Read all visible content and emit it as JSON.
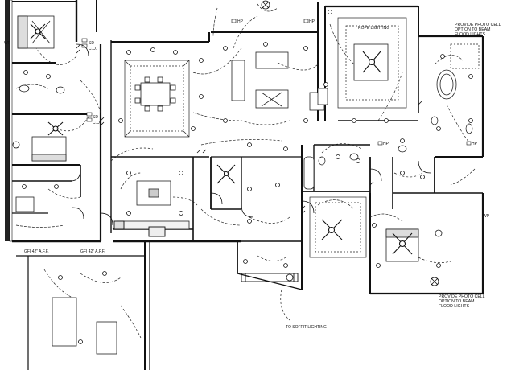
{
  "notes": {
    "photocell_top": [
      "PROVIDE PHOTO CELL",
      "OPTION TO BEAM",
      "FLOOD LIGHTS"
    ],
    "photocell_bottom": [
      "PROVIDE PHOTO CELL",
      "OPTION TO BEAM",
      "FLOOD LIGHTS"
    ],
    "soffit": "TO SOFFIT LIGHTING",
    "rope_lighting": "ROPE LIGHTING",
    "outlet_height_1": "GFI 42\" A.F.F.",
    "outlet_height_2": "GFI 42\" A.F.F."
  },
  "symbols": {
    "smoke": "SD",
    "co": "C.O.",
    "hp": "HP",
    "wp": "WP"
  }
}
